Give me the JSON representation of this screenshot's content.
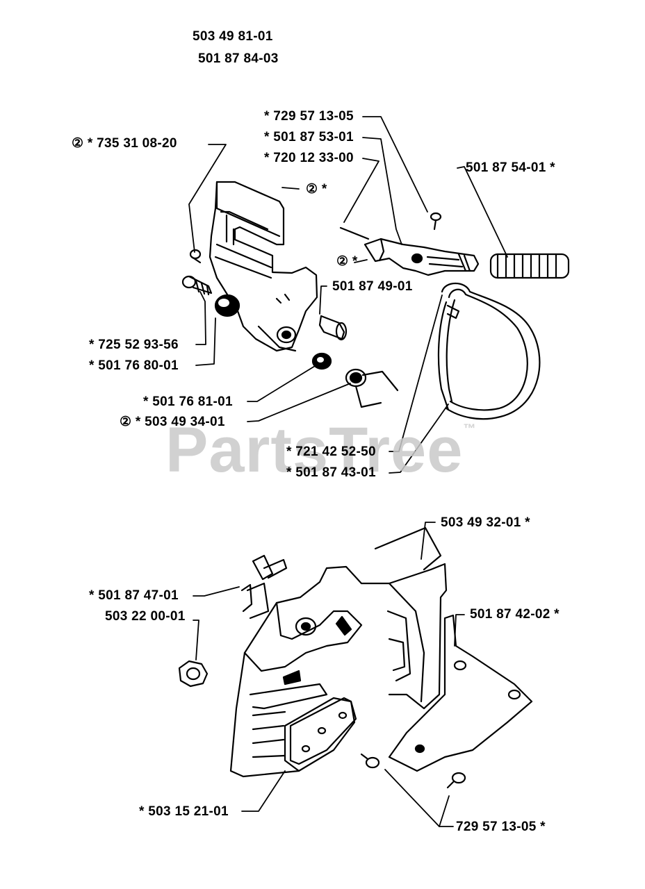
{
  "header": {
    "model_part_1": "503 49 81-01",
    "model_part_2": "501 87 84-03"
  },
  "watermark": {
    "text": "PartsTree",
    "tm": "™"
  },
  "labels": {
    "p1": "② * 735 31 08-20",
    "p2": "* 729 57 13-05",
    "p3": "* 501 87 53-01",
    "p4": "* 720 12 33-00",
    "p5": "501 87 54-01 *",
    "p6": "② *",
    "p7": "② *",
    "p8": "501 87 49-01",
    "p9": "* 725 52 93-56",
    "p10": "* 501 76 80-01",
    "p11": "* 501 76 81-01",
    "p12": "② * 503 49 34-01",
    "p13": "* 721 42 52-50",
    "p14": "* 501 87 43-01",
    "p15": "503 49 32-01 *",
    "p16": "* 501 87 47-01",
    "p17": "503 22 00-01",
    "p18": "501 87 42-02 *",
    "p19": "* 503 15 21-01",
    "p20": "729 57 13-05 *"
  },
  "colors": {
    "ink": "#000000",
    "watermark": "#c9c9c9",
    "background": "#ffffff"
  }
}
